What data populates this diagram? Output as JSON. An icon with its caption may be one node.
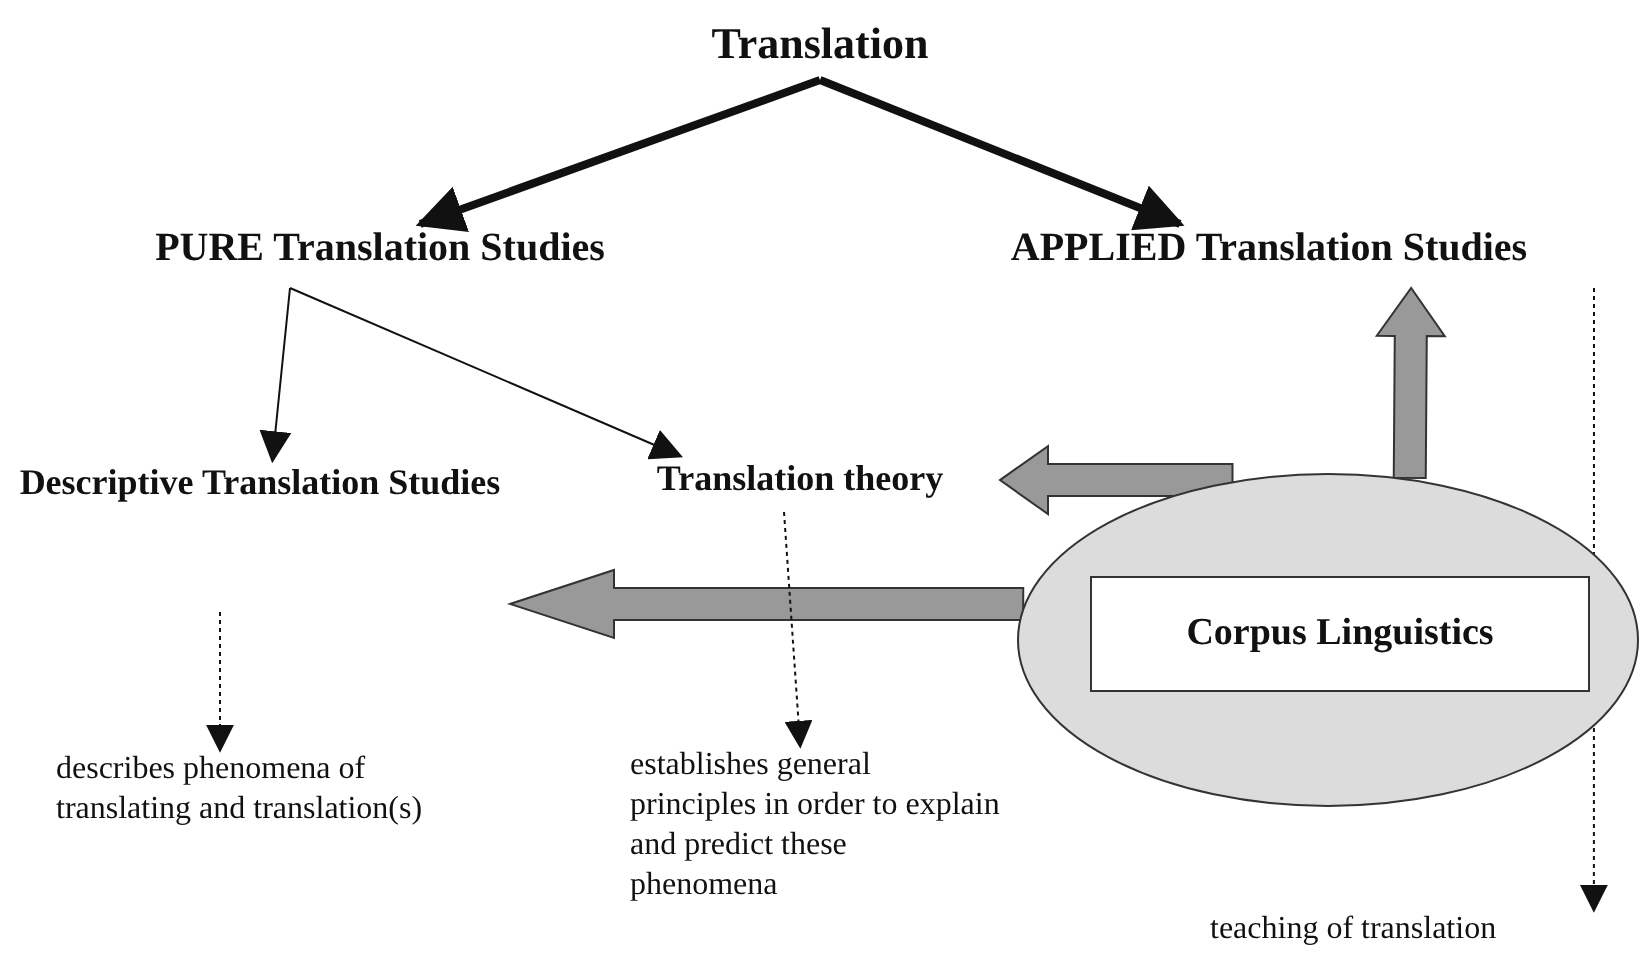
{
  "diagram": {
    "nodes": [
      {
        "text": [
          "Translation"
        ]
      },
      {
        "text": [
          "PURE Translation Studies"
        ]
      },
      {
        "text": [
          "APPLIED Translation Studies"
        ]
      },
      {
        "text": [
          "Descriptive Translation Studies"
        ]
      },
      {
        "text": [
          "Translation theory"
        ]
      },
      {
        "text": [],
        "shape": "ellipse"
      },
      {
        "text": [
          "Corpus Linguistics"
        ],
        "in": 5
      },
      {
        "text": [
          "describes phenomena of translating and translation(s)"
        ]
      },
      {
        "text": [
          "establishes general principles in order to explain and predict these phenomena"
        ]
      },
      {
        "text": [
          "teaching of translation"
        ]
      }
    ],
    "edges": [
      {
        "from": 0,
        "to": 1,
        "arrow": "to",
        "style": "thick"
      },
      {
        "from": 0,
        "to": 2,
        "arrow": "to",
        "style": "thick"
      },
      {
        "from": 1,
        "to": 3,
        "arrow": "to"
      },
      {
        "from": 1,
        "to": 4,
        "arrow": "to"
      },
      {
        "from": 5,
        "to": 2,
        "arrow": "to",
        "style": "thick",
        "color": "#999999"
      },
      {
        "from": 5,
        "to": 4,
        "arrow": "to",
        "style": "thick",
        "color": "#999999"
      },
      {
        "from": 5,
        "to": 3,
        "arrow": "to",
        "style": "thick",
        "color": "#999999"
      },
      {
        "from": 3,
        "to": 7,
        "arrow": "to",
        "style": "dashed"
      },
      {
        "from": 4,
        "to": 8,
        "arrow": "to",
        "style": "dashed"
      },
      {
        "from": 2,
        "to": 9,
        "arrow": "to",
        "style": "dashed"
      }
    ]
  }
}
